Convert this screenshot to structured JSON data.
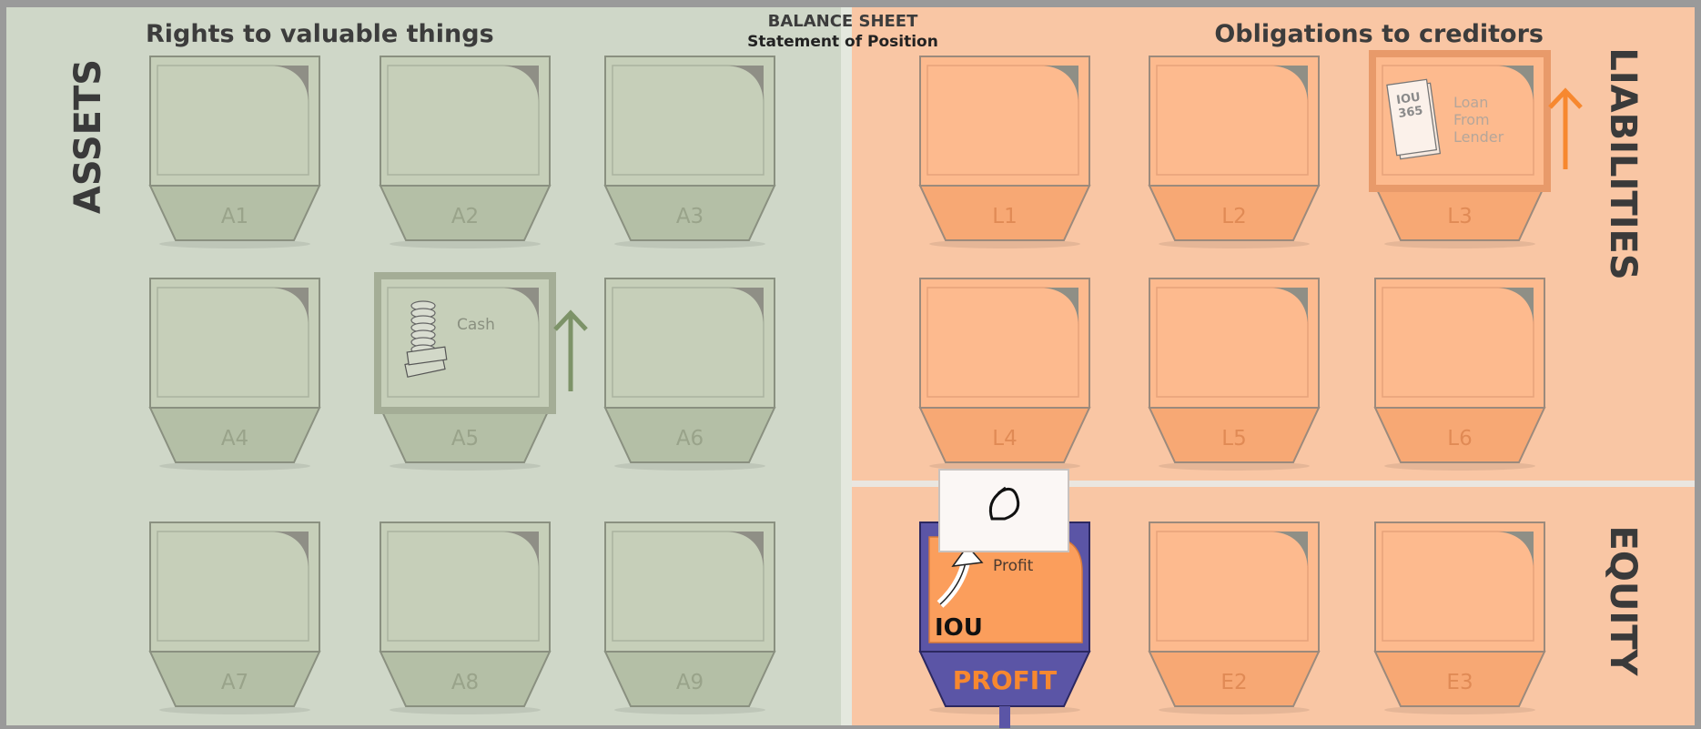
{
  "header": {
    "title": "BALANCE SHEET",
    "subtitle": "Statement of Position",
    "left_heading": "Rights to valuable things",
    "right_heading": "Obligations to creditors"
  },
  "sections": {
    "assets": "ASSETS",
    "liabilities": "LIABILITIES",
    "equity": "EQUITY"
  },
  "assets": [
    {
      "id": "A1",
      "label": "A1"
    },
    {
      "id": "A2",
      "label": "A2"
    },
    {
      "id": "A3",
      "label": "A3"
    },
    {
      "id": "A4",
      "label": "A4"
    },
    {
      "id": "A5",
      "label": "A5",
      "card": "Cash",
      "card_icon": "cash-stack-icon",
      "arrow": "up"
    },
    {
      "id": "A6",
      "label": "A6"
    },
    {
      "id": "A7",
      "label": "A7"
    },
    {
      "id": "A8",
      "label": "A8"
    },
    {
      "id": "A9",
      "label": "A9"
    }
  ],
  "liabilities": [
    {
      "id": "L1",
      "label": "L1"
    },
    {
      "id": "L2",
      "label": "L2"
    },
    {
      "id": "L3",
      "label": "L3",
      "card": "Loan From Lender",
      "card_icon": "iou-document-icon",
      "arrow": "up"
    },
    {
      "id": "L4",
      "label": "L4"
    },
    {
      "id": "L5",
      "label": "L5"
    },
    {
      "id": "L6",
      "label": "L6"
    }
  ],
  "equity": [
    {
      "id": "E1",
      "label": "PROFIT",
      "card": "Profit",
      "card_badge": "IOU",
      "card_icon": "profit-arrow-icon",
      "highlight": true
    },
    {
      "id": "E2",
      "label": "E2"
    },
    {
      "id": "E3",
      "label": "E3"
    }
  ],
  "liab_card_lines": [
    "Loan",
    "From",
    "Lender"
  ],
  "liab_card_badge_lines": [
    "IOU",
    "365"
  ],
  "colors": {
    "frame": "#9a9a9a",
    "assets_bg": "#cfd7c8",
    "liab_bg": "#f9c6a4",
    "asset_slot": "#c6cfb9",
    "asset_slot_base": "#b4bfa6",
    "liab_slot": "#fdba8e",
    "liab_slot_base": "#f7a874",
    "profit_slot": "#5b55a6",
    "arrow_assets": "#7d9368",
    "arrow_liab": "#f7882f"
  }
}
